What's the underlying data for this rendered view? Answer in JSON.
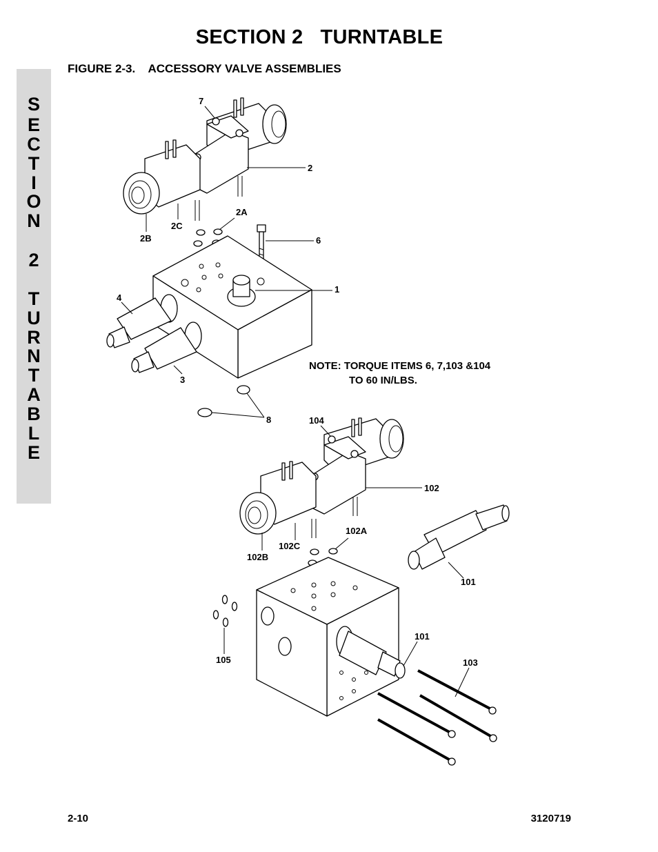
{
  "page": {
    "section_title": "SECTION 2   TURNTABLE",
    "figure_title": "FIGURE 2-3.    ACCESSORY VALVE ASSEMBLIES",
    "side_tab_letters": [
      "S",
      "E",
      "C",
      "T",
      "I",
      "O",
      "N",
      "",
      "2",
      "",
      "T",
      "U",
      "R",
      "N",
      "T",
      "A",
      "B",
      "L",
      "E"
    ],
    "note_line1": "NOTE: TORQUE ITEMS 6, 7,103 &104",
    "note_line2": "TO 60 IN/LBS.",
    "footer_page": "2-10",
    "footer_doc": "3120719"
  },
  "callouts": {
    "c7": "7",
    "c2": "2",
    "c2a": "2A",
    "c2c": "2C",
    "c2b": "2B",
    "c6": "6",
    "c1": "1",
    "c4": "4",
    "c3": "3",
    "c8": "8",
    "c104": "104",
    "c102": "102",
    "c102a": "102A",
    "c102c": "102C",
    "c102b": "102B",
    "c101a": "101",
    "c101b": "101",
    "c103": "103",
    "c105": "105"
  }
}
